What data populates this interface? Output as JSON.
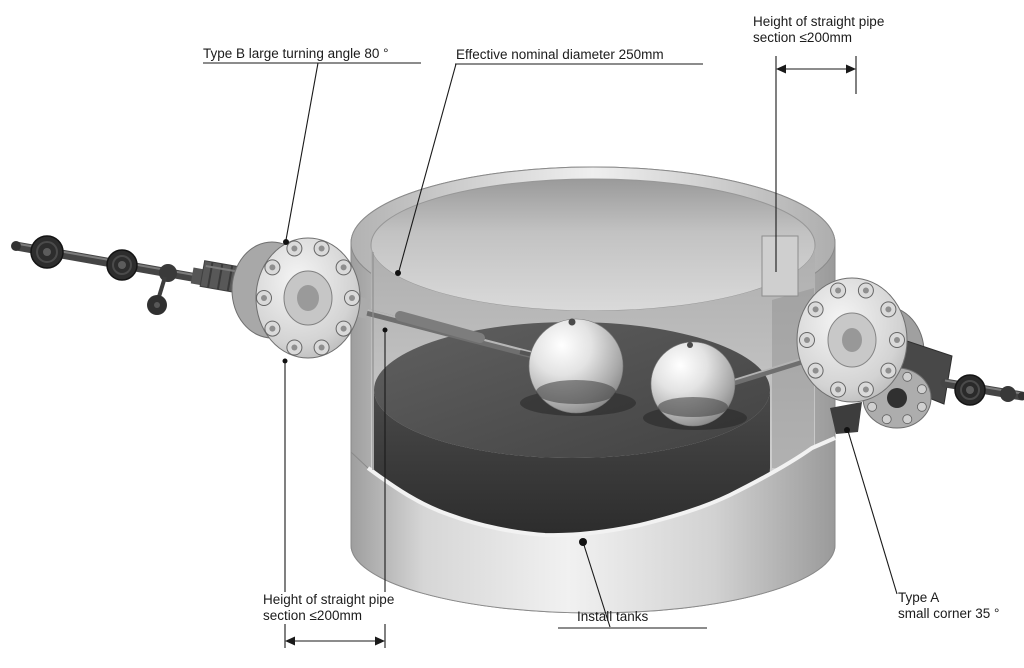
{
  "labels": {
    "type_b": "Type B large turning angle 80 °",
    "effective_diameter": "Effective nominal diameter 250mm",
    "pipe_top_line1": "Height of straight pipe",
    "pipe_top_line2": "section ≤200mm",
    "pipe_bottom_line1": "Height of straight pipe",
    "pipe_bottom_line2": "section ≤200mm",
    "install_tanks": "Install tanks",
    "type_a_line1": "Type A",
    "type_a_line2": "small corner 35 °"
  },
  "colors": {
    "background": "#ffffff",
    "text": "#1b1b1b",
    "leader_line": "#1a1a1a",
    "tank_light": "#f0f0f0",
    "tank_mid": "#c9c9c9",
    "tank_shadow": "#9a9a9a",
    "liquid_disc": "#4a4a4a",
    "metal_dark": "#2d2d2d",
    "float_highlight": "#ffffff"
  }
}
